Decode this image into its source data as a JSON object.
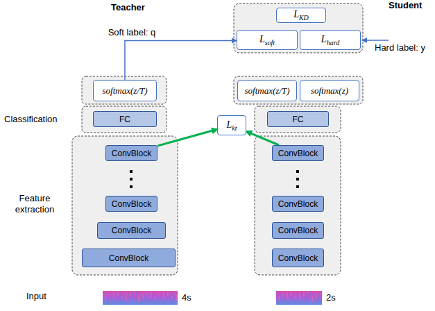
{
  "diagram": {
    "nodes": [
      {
        "text": [
          "softmax(z/T)"
        ]
      },
      {
        "text": [
          "FC"
        ]
      },
      {
        "text": [
          "ConvBlock"
        ]
      },
      {
        "text": [
          "ConvBlock"
        ]
      },
      {
        "text": [
          "ConvBlock"
        ]
      },
      {
        "text": [
          "ConvBlock"
        ]
      },
      {
        "text": [
          "L",
          "KD"
        ]
      },
      {
        "text": [
          "L",
          "soft"
        ]
      },
      {
        "text": [
          "L",
          "hard"
        ]
      },
      {
        "text": [
          "softmax(z/T)"
        ]
      },
      {
        "text": [
          "softmax(z)"
        ]
      },
      {
        "text": [
          "FC"
        ]
      },
      {
        "text": [
          "ConvBlock"
        ]
      },
      {
        "text": [
          "ConvBlock"
        ]
      },
      {
        "text": [
          "ConvBlock"
        ]
      },
      {
        "text": [
          "ConvBlock"
        ]
      },
      {
        "text": [
          "L",
          "kt"
        ]
      }
    ],
    "edges": [
      {
        "from": 0,
        "to": 7,
        "arrow": "to",
        "label": "Soft label: q"
      },
      {
        "from": 2,
        "to": 16,
        "arrow": "to"
      },
      {
        "from": 12,
        "to": 16,
        "arrow": "to"
      }
    ],
    "labels": [
      "Teacher",
      "Student",
      "Classification",
      "Feature extraction",
      "Input",
      "4s",
      "2s",
      "Hard label: y"
    ]
  }
}
